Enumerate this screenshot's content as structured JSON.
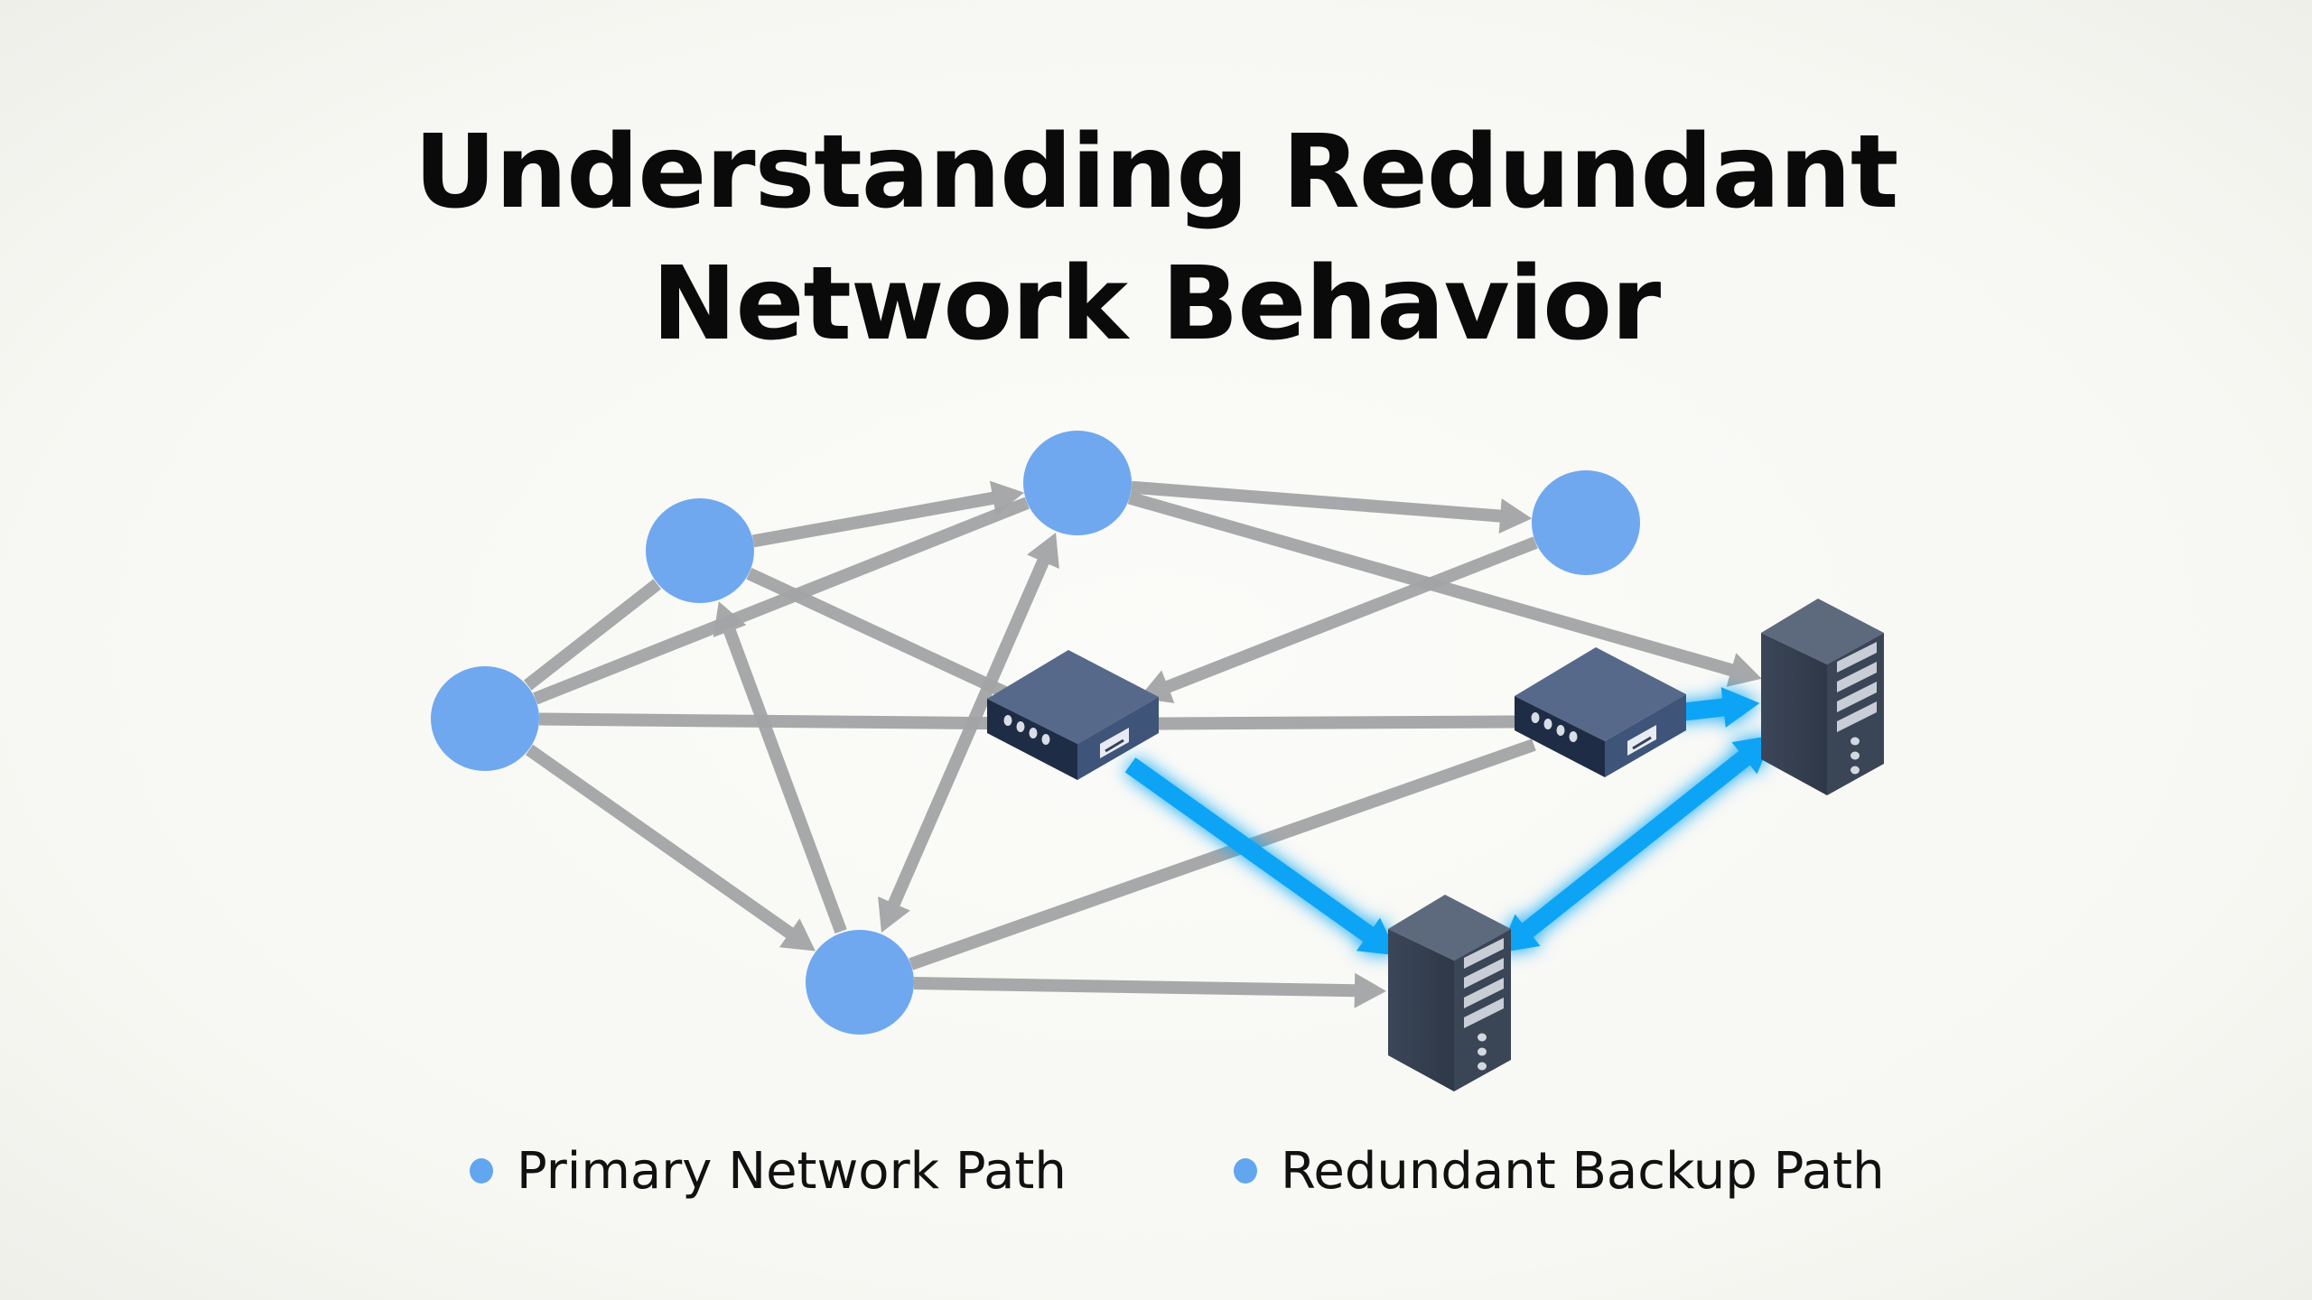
{
  "title": {
    "line1": "Understanding Redundant",
    "line2": "Network Behavior"
  },
  "colors": {
    "node": "#6fa8ef",
    "primary_edge": "#a3a4a5",
    "backup_edge": "#0aa4f5",
    "device_dark": "#2f3b4e",
    "legend_dot": "#62a6f0",
    "background": "#f8f8f5"
  },
  "nodes": [
    {
      "id": "node-left",
      "type": "circle"
    },
    {
      "id": "node-upper-left",
      "type": "circle"
    },
    {
      "id": "node-top",
      "type": "circle"
    },
    {
      "id": "node-top-right",
      "type": "circle"
    },
    {
      "id": "node-bottom",
      "type": "circle"
    },
    {
      "id": "router-1",
      "type": "router-icon"
    },
    {
      "id": "router-2",
      "type": "router-icon"
    },
    {
      "id": "server-right",
      "type": "server-icon"
    },
    {
      "id": "server-bottom",
      "type": "server-icon"
    }
  ],
  "edges": [
    {
      "from": "node-left",
      "to": "node-upper-left",
      "kind": "primary",
      "arrow": "none"
    },
    {
      "from": "node-left",
      "to": "node-top",
      "kind": "primary",
      "arrow": "none"
    },
    {
      "from": "node-left",
      "to": "router-1",
      "kind": "primary",
      "arrow": "none"
    },
    {
      "from": "node-left",
      "to": "node-bottom",
      "kind": "primary",
      "arrow": "end"
    },
    {
      "from": "node-upper-left",
      "to": "node-top",
      "kind": "primary",
      "arrow": "end"
    },
    {
      "from": "node-upper-left",
      "to": "router-1",
      "kind": "primary",
      "arrow": "none"
    },
    {
      "from": "node-bottom",
      "to": "node-upper-left",
      "kind": "primary",
      "arrow": "end"
    },
    {
      "from": "node-bottom",
      "to": "node-top",
      "kind": "primary",
      "arrow": "both"
    },
    {
      "from": "node-top",
      "to": "node-top-right",
      "kind": "primary",
      "arrow": "end"
    },
    {
      "from": "node-top",
      "to": "server-right",
      "kind": "primary",
      "arrow": "end"
    },
    {
      "from": "node-top-right",
      "to": "router-1",
      "kind": "primary",
      "arrow": "end"
    },
    {
      "from": "router-1",
      "to": "router-2",
      "kind": "primary",
      "arrow": "none"
    },
    {
      "from": "node-bottom",
      "to": "router-2",
      "kind": "primary",
      "arrow": "none"
    },
    {
      "from": "node-bottom",
      "to": "server-bottom",
      "kind": "primary",
      "arrow": "end"
    },
    {
      "from": "router-1",
      "to": "server-bottom",
      "kind": "backup",
      "arrow": "end"
    },
    {
      "from": "router-2",
      "to": "server-right",
      "kind": "backup",
      "arrow": "end"
    },
    {
      "from": "server-bottom",
      "to": "server-right",
      "kind": "backup",
      "arrow": "both"
    }
  ],
  "legend": [
    {
      "label": "Primary Network Path",
      "color": "#62a6f0"
    },
    {
      "label": "Redundant Backup Path",
      "color": "#62a6f0"
    }
  ]
}
